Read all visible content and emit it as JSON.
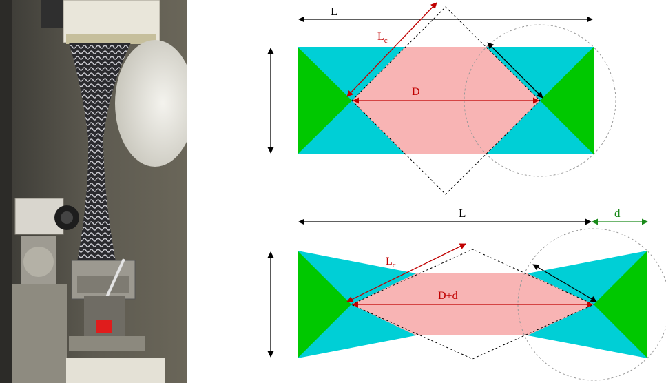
{
  "top_diagram": {
    "length_label": "L",
    "chord_label": "Lc",
    "chord_label_main": "L",
    "chord_label_sub": "c",
    "diameter_label": "D"
  },
  "bottom_diagram": {
    "length_label": "L",
    "extension_label": "d",
    "chord_label_main": "L",
    "chord_label_sub": "c",
    "diameter_label": "D+d"
  },
  "colors": {
    "cyan": "#00cfd6",
    "green": "#00c800",
    "pink": "#f8b4b4",
    "red_arrow": "#c00000",
    "green_arrow": "#1a8a1a",
    "black": "#000000"
  }
}
